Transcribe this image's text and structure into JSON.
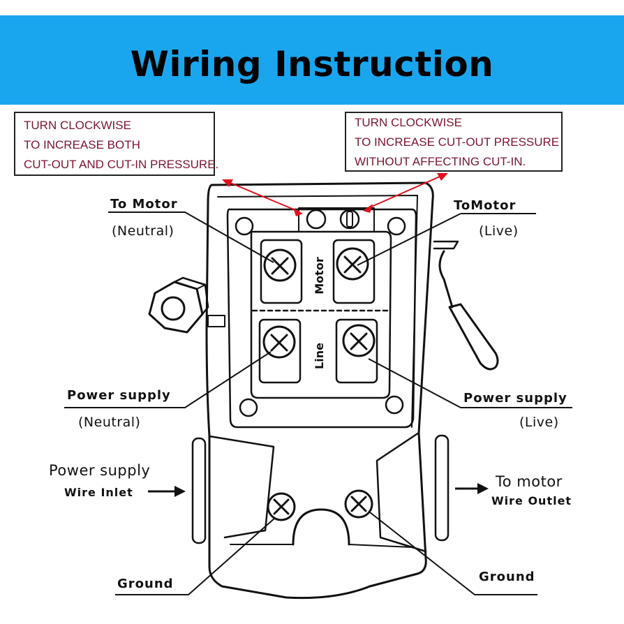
{
  "title": "Wiring Instruction",
  "notes": {
    "left": [
      "TURN CLOCKWISE",
      "TO INCREASE BOTH",
      "CUT-OUT AND CUT-IN PRESSURE."
    ],
    "right": [
      "TURN CLOCKWISE",
      "TO INCREASE CUT-OUT PRESSURE",
      "WITHOUT AFFECTING CUT-IN."
    ]
  },
  "labels": {
    "to_motor_left": "To Motor",
    "neutral_top": "(Neutral)",
    "to_motor_right": "ToMotor",
    "live_top": "(Live)",
    "power_supply_left": "Power supply",
    "neutral_bottom": "(Neutral)",
    "power_supply_right": "Power supply",
    "live_bottom": "(Live)",
    "inlet_title": "Power supply",
    "inlet_sub": "Wire Inlet",
    "outlet_title": "To motor",
    "outlet_sub": "Wire Outlet",
    "ground_left": "Ground",
    "ground_right": "Ground",
    "terminal_motor": "Motor",
    "terminal_line": "Line"
  },
  "colors": {
    "banner": "#1aa6ee",
    "arrow": "#e0101e",
    "note_text": "#7a1530"
  }
}
